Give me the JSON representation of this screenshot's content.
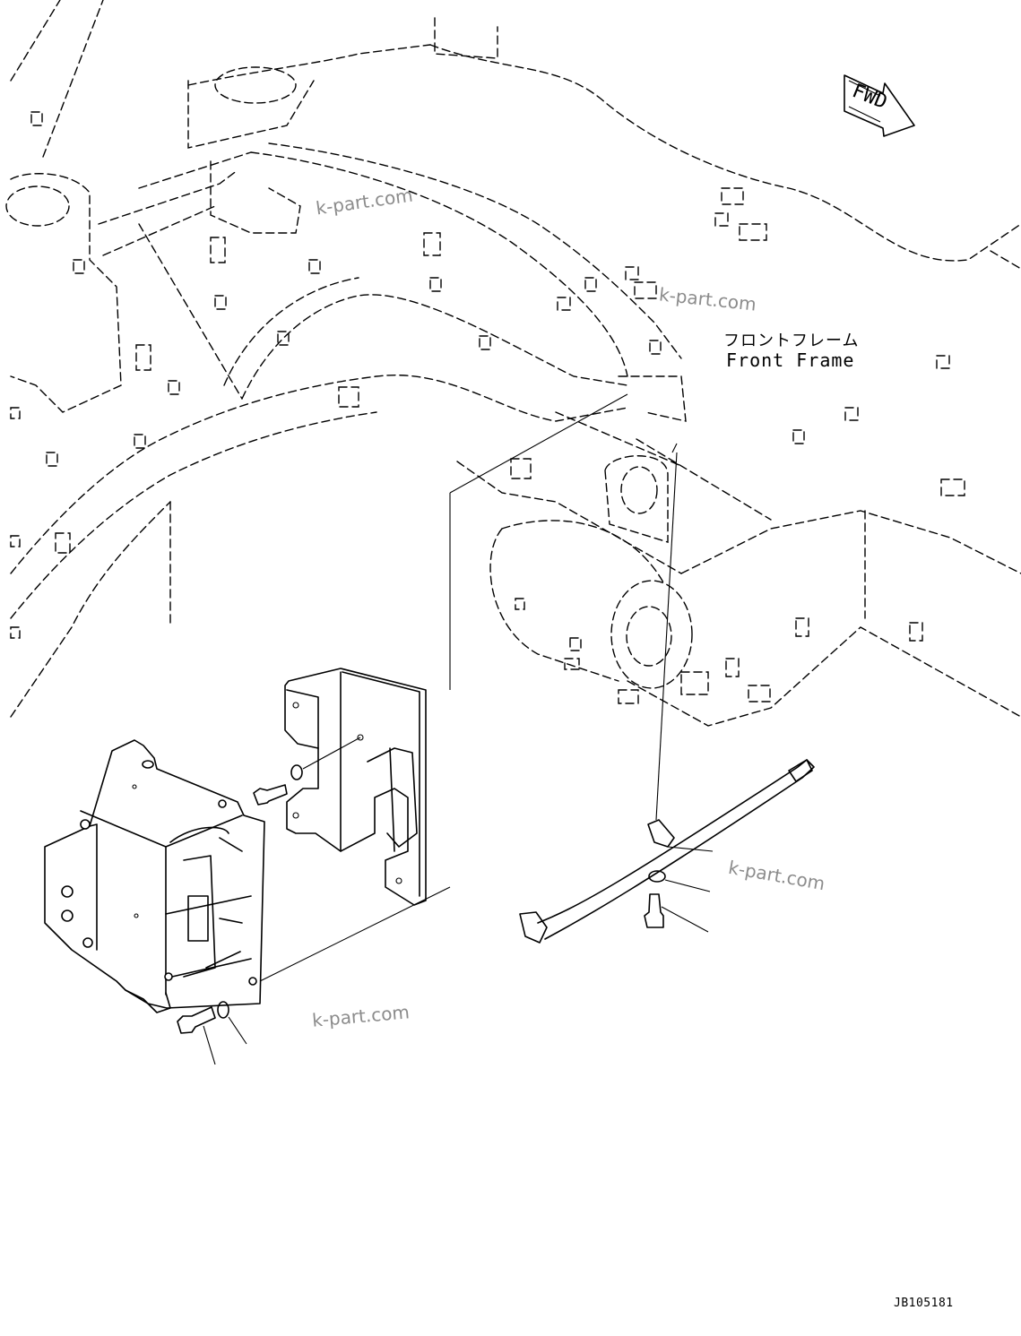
{
  "direction_indicator": {
    "label": "FWD"
  },
  "callouts": {
    "front_frame_jp": "フロントフレーム",
    "front_frame_en": "Front Frame"
  },
  "drawing_number": "JB105181",
  "watermarks": [
    "k-part.com",
    "k-part.com",
    "k-part.com",
    "k-part.com"
  ]
}
